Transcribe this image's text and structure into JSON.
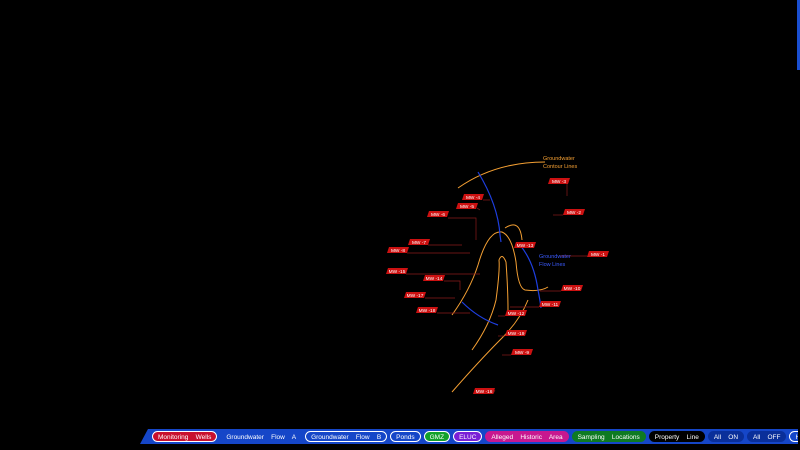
{
  "map": {
    "background": "#000000",
    "well_color": "#cc1111",
    "contour_color": "#f5a033",
    "flow_color": "#1e3fe0",
    "labels": {
      "contour": [
        "Groundwater",
        "Contour Lines"
      ],
      "flow": [
        "Groundwater",
        "Flow Lines"
      ]
    },
    "wells": [
      {
        "id": "MW -3"
      },
      {
        "id": "MW -2"
      },
      {
        "id": "MW -4"
      },
      {
        "id": "MW -5"
      },
      {
        "id": "MW -6"
      },
      {
        "id": "MW -7"
      },
      {
        "id": "MW -8"
      },
      {
        "id": "MW -13"
      },
      {
        "id": "MW -1"
      },
      {
        "id": "MW -15"
      },
      {
        "id": "MW -14"
      },
      {
        "id": "MW -10"
      },
      {
        "id": "MW -17"
      },
      {
        "id": "MW -11"
      },
      {
        "id": "MW -18"
      },
      {
        "id": "MW -12"
      },
      {
        "id": "MW -19"
      },
      {
        "id": "MW -9"
      },
      {
        "id": "MW -16"
      }
    ]
  },
  "toolbar": {
    "buttons": [
      {
        "label": "Monitoring    Wells",
        "bg": "#c8102e",
        "outlined": true
      },
      {
        "label": "Groundwater    Flow    A",
        "bg": "#1546c8",
        "outlined": false
      },
      {
        "label": "Groundwater    Flow    B",
        "bg": "#1546c8",
        "outlined": true
      },
      {
        "label": "Ponds",
        "bg": "#1546c8",
        "outlined": true
      },
      {
        "label": "GMZ",
        "bg": "#12a12a",
        "outlined": true
      },
      {
        "label": "ELUC",
        "bg": "#7a1fd6",
        "outlined": true
      },
      {
        "label": "Alleged    Historic    Area",
        "bg": "#c8188f",
        "outlined": false
      },
      {
        "label": "Sampling    Locations",
        "bg": "#0e7a22",
        "outlined": false
      },
      {
        "label": "Property    Line",
        "bg": "#000000",
        "outlined": false
      },
      {
        "label": "All    ON",
        "bg": "#0a2f9a",
        "outlined": false
      },
      {
        "label": "All    OFF",
        "bg": "#0a2f9a",
        "outlined": false
      },
      {
        "label": "Home",
        "bg": "#1546c8",
        "outlined": true
      }
    ]
  }
}
